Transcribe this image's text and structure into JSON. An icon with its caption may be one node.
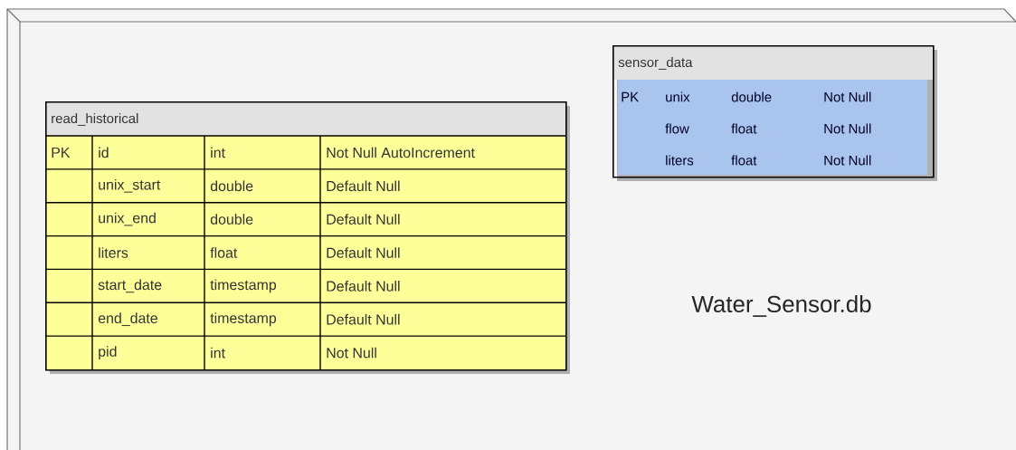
{
  "diagram": {
    "nodes": [
      {
        "text": [
          "Water_Sensor.db"
        ]
      },
      {
        "text": [
          "read_historical"
        ],
        "in": 0
      },
      {
        "text": [
          "sensor_data"
        ],
        "in": 0
      }
    ],
    "labels": [
      "PK",
      "id",
      "int",
      "Not Null AutoIncrement",
      "unix_start",
      "double",
      "Default Null",
      "unix_end",
      "double",
      "Default Null",
      "liters",
      "float",
      "Default Null",
      "start_date",
      "timestamp",
      "Default Null",
      "end_date",
      "timestamp",
      "Default Null",
      "pid",
      "int",
      "Not Null",
      "PK",
      "unix",
      "double",
      "Not Null",
      "flow",
      "float",
      "Not Null",
      "liters",
      "float",
      "Not Null"
    ]
  }
}
